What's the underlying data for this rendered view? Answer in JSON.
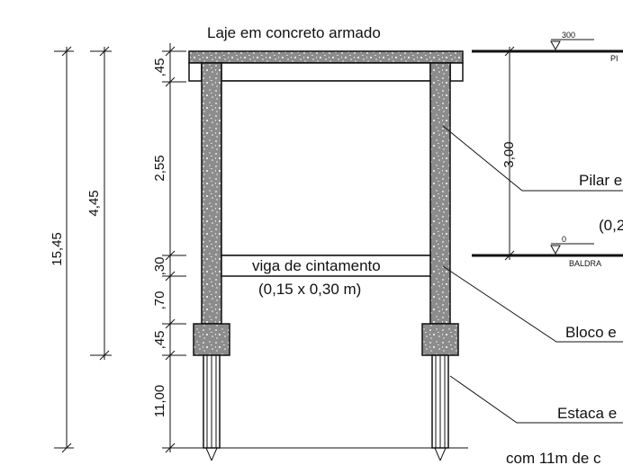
{
  "labels": {
    "slab": "Laje em concreto armado",
    "beam_line1": "viga de cintamento",
    "beam_line2": "(0,15 x 0,30 m)",
    "pillar": "Pilar e",
    "pillar_dim": "(0,2",
    "block": "Bloco e",
    "pile": "Estaca e",
    "pile_depth": "com 11m de c"
  },
  "levels": {
    "top_value": "300",
    "top_label": "PI",
    "floor_value": "0",
    "floor_label": "BALDRA"
  },
  "dimensions": {
    "total": "15,45",
    "sub": "4,45",
    "floor_height": "3,00",
    "slab": ",45",
    "wall": "2,55",
    "beam": ",30",
    "below_beam": ",70",
    "block": ",45",
    "pile": "11,00"
  }
}
